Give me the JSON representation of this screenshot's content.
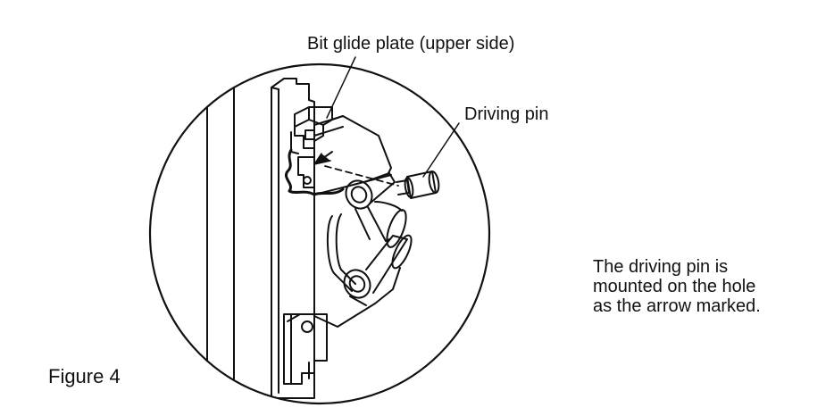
{
  "callouts": {
    "glide_plate": "Bit glide plate (upper side)",
    "driving_pin": "Driving pin"
  },
  "note": {
    "lines": [
      "The driving pin is",
      "mounted on the hole",
      "as the arrow marked."
    ]
  },
  "figure": {
    "caption": "Figure 4"
  },
  "colors": {
    "ink": "#111111",
    "background": "#ffffff"
  }
}
